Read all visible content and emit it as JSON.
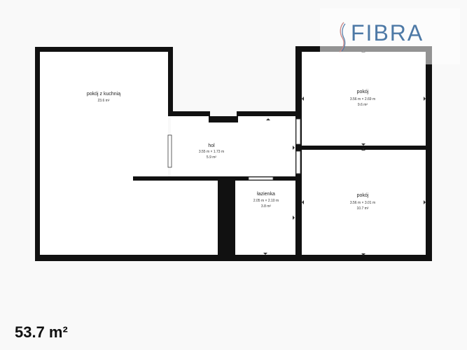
{
  "logo": {
    "text": "FIBRA"
  },
  "total_area": "53.7 m²",
  "rooms": {
    "living_kitchen": {
      "name": "pokój z kuchnią",
      "dims": "",
      "area": "23.6 m²"
    },
    "hall": {
      "name": "hol",
      "dims": "3.55 m × 1.73 m",
      "area": "5.9 m²"
    },
    "bathroom": {
      "name": "łazienka",
      "dims": "2.05 m × 2.10 m",
      "area": "3.8 m²"
    },
    "room_top": {
      "name": "pokój",
      "dims": "3.56 m × 2.69 m",
      "area": "9.6 m²"
    },
    "room_bottom": {
      "name": "pokój",
      "dims": "3.56 m × 3.01 m",
      "area": "10.7 m²"
    }
  },
  "colors": {
    "wall": "#111111",
    "floor": "#ffffff",
    "logo": "#4d79a6",
    "logo_accent": "#c98a8a",
    "door": "#3a3a3a"
  }
}
